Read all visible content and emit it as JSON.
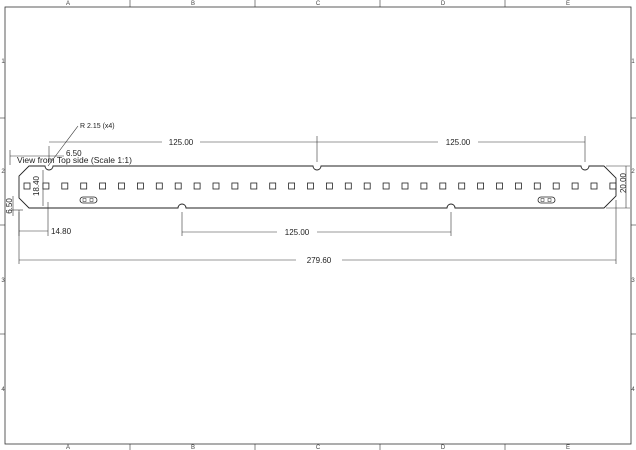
{
  "drawing": {
    "view_title": "View from Top side (Scale 1:1)",
    "zones": {
      "columns": [
        "A",
        "B",
        "C",
        "D",
        "E"
      ],
      "rows": [
        "1",
        "2",
        "3",
        "4"
      ]
    },
    "dimensions": {
      "radius_note": "R 2.15 (x4)",
      "top_left_offset": "6.50",
      "top_pitch_1": "125.00",
      "top_pitch_2": "125.00",
      "bottom_pitch": "125.00",
      "inner_height": "18.40",
      "left_offset": "6.50",
      "slot_offset": "14.80",
      "total_width": "279.60",
      "total_height": "20.00"
    },
    "colors": {
      "line": "#222222",
      "background": "#ffffff"
    }
  }
}
